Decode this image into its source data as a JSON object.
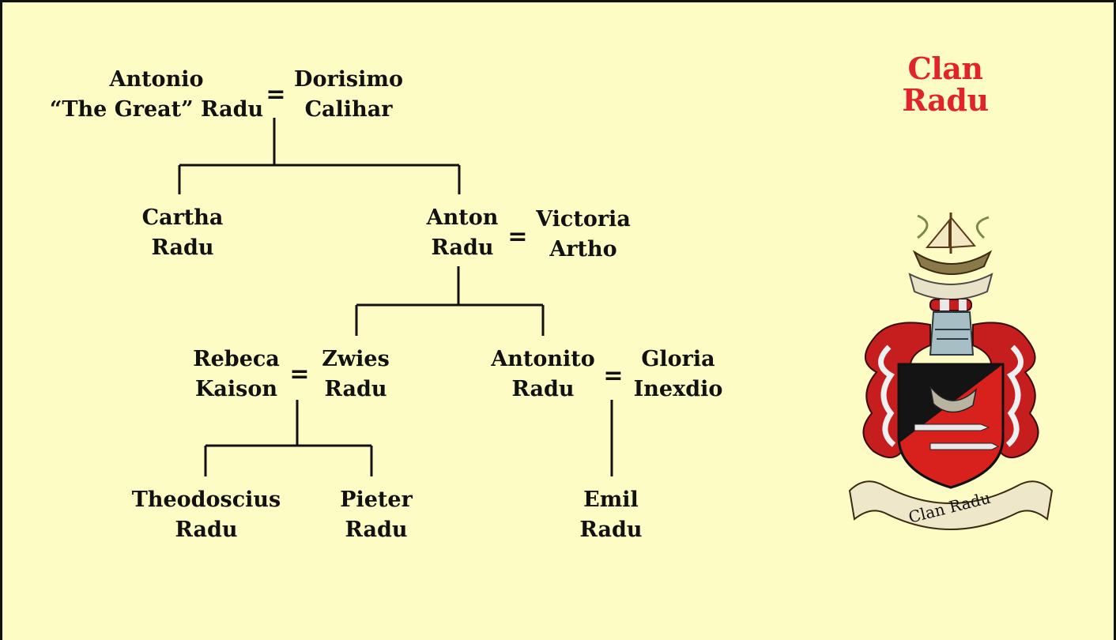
{
  "title": {
    "line1": "Clan",
    "line2": "Radu"
  },
  "colors": {
    "background": "#fdfcc4",
    "border": "#111111",
    "title": "#e0242a",
    "shield_red": "#d8201c",
    "shield_black": "#141414",
    "mantling_red": "#c61e1e"
  },
  "people": {
    "antonio": [
      "Antonio",
      "“The Great” Radu"
    ],
    "dorisimo": [
      "Dorisimo",
      "Calihar"
    ],
    "cartha": [
      "Cartha",
      "Radu"
    ],
    "anton": [
      "Anton",
      "Radu"
    ],
    "victoria": [
      "Victoria",
      "Artho"
    ],
    "rebeca": [
      "Rebeca",
      "Kaison"
    ],
    "zwies": [
      "Zwies",
      "Radu"
    ],
    "antonito": [
      "Antonito",
      "Radu"
    ],
    "gloria": [
      "Gloria",
      "Inexdio"
    ],
    "theodoscius": [
      "Theodoscius",
      "Radu"
    ],
    "pieter": [
      "Pieter",
      "Radu"
    ],
    "emil": [
      "Emil",
      "Radu"
    ]
  },
  "marriage_symbol": "=",
  "crest": {
    "motto": "Clan Radu",
    "icon": "coat-of-arms-icon"
  }
}
